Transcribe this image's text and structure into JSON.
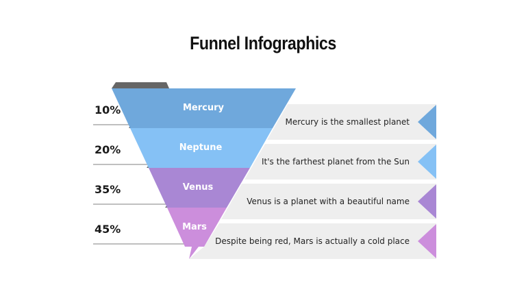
{
  "title": "Funnel Infographics",
  "colors": {
    "mercury": "#6fa8dc",
    "neptune": "#85c1f5",
    "venus": "#a987d4",
    "mars": "#cc8edc",
    "box": "#eeeeee",
    "tab": "#666666",
    "line": "#999999"
  },
  "stages": [
    {
      "name": "Mercury",
      "percent": "10%",
      "description": "Mercury is the smallest planet"
    },
    {
      "name": "Neptune",
      "percent": "20%",
      "description": "It's the farthest planet from the Sun"
    },
    {
      "name": "Venus",
      "percent": "35%",
      "description": "Venus is a planet with a beautiful name"
    },
    {
      "name": "Mars",
      "percent": "45%",
      "description": "Despite being red, Mars is actually a cold place"
    }
  ]
}
